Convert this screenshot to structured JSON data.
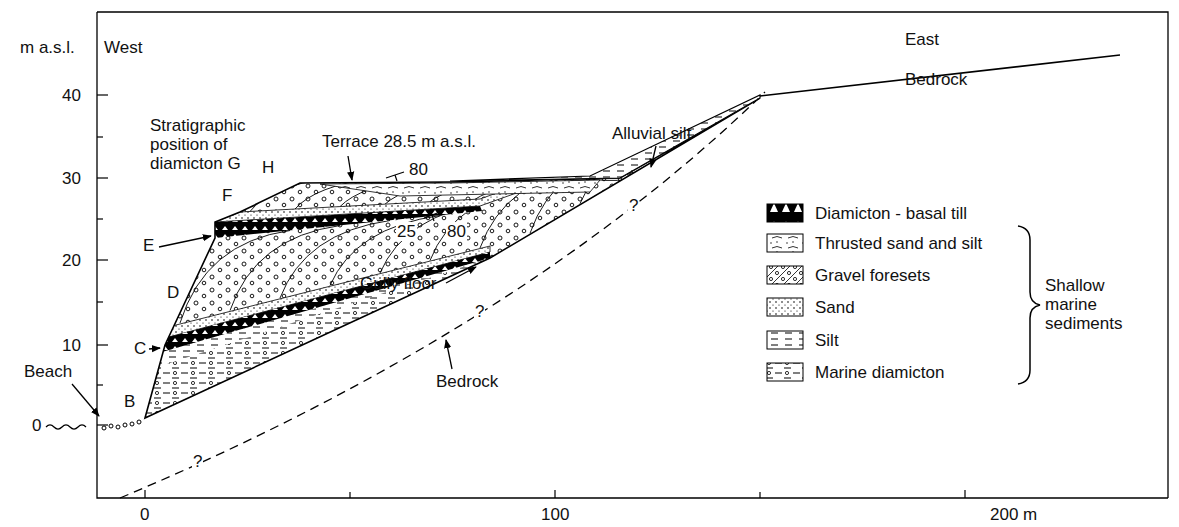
{
  "diagram": {
    "labels": [
      "m a.s.l.",
      "West",
      "East",
      "Bedrock",
      "40",
      "30",
      "20",
      "10",
      "0",
      "0",
      "100",
      "200 m",
      "Stratigraphic position of diamicton G",
      "Terrace 28.5 m a.s.l.",
      "Alluvial silt",
      "H",
      "F",
      "E",
      "D",
      "C",
      "B",
      "Beach",
      "80",
      "25",
      "80",
      "Gully floor",
      "Bedrock",
      "?",
      "?",
      "?",
      "Shallow marine sediments"
    ],
    "legend": [
      {
        "text": "Diamicton - basal till"
      },
      {
        "text": "Thrusted sand and silt"
      },
      {
        "text": "Gravel foresets"
      },
      {
        "text": "Sand"
      },
      {
        "text": "Silt"
      },
      {
        "text": "Marine diamicton"
      }
    ]
  }
}
